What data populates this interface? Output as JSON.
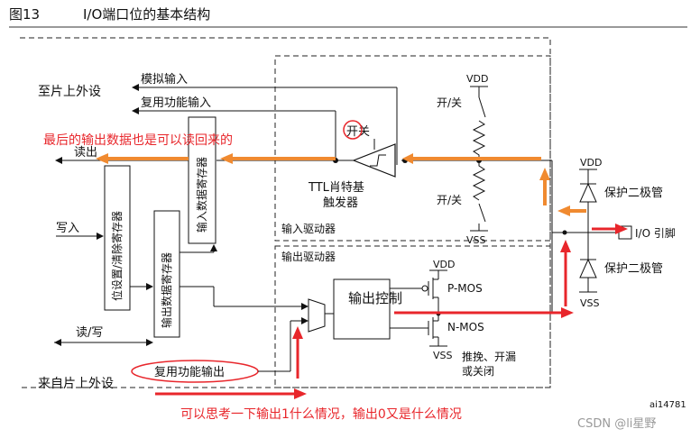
{
  "figure": {
    "number": "图13",
    "title": "I/O端口位的基本结构",
    "id_code": "ai14781",
    "watermark": "CSDN @li星野"
  },
  "peripheral": {
    "to_label": "至片上外设",
    "from_label": "来自片上外设",
    "analog_input": "模拟输入",
    "alt_func_input": "复用功能输入",
    "alt_func_output": "复用功能输出"
  },
  "signals": {
    "read": "读出",
    "write": "写入",
    "read_write": "读/写"
  },
  "registers": {
    "input_data": "输入数据寄存器",
    "bit_set_reset": "位设置/清除寄存器",
    "output_data": "输出数据寄存器"
  },
  "input_driver": {
    "section": "输入驱动器",
    "schmitt_line1": "TTL肖特基",
    "schmitt_line2": "触发器",
    "switch_on_off": "开关",
    "pullup_switch": "开/关",
    "pulldown_switch": "开/关",
    "vdd": "VDD",
    "vss": "VSS"
  },
  "output_driver": {
    "section": "输出驱动器",
    "control": "输出控制",
    "pmos": "P-MOS",
    "nmos": "N-MOS",
    "modes_line1": "推挽、开漏",
    "modes_line2": "或关闭",
    "vdd": "VDD",
    "vss": "VSS"
  },
  "protection": {
    "vdd": "VDD",
    "vss": "VSS",
    "diode_label": "保护二极管",
    "pin": "I/O 引脚"
  },
  "annotations": {
    "top": "最后的输出数据也是可以读回来的",
    "bottom": "可以思考一下输出1什么情况，输出0又是什么情况"
  },
  "colors": {
    "arrow_orange": "#f08a30",
    "arrow_red": "#e8262b",
    "ink": "#111111"
  }
}
